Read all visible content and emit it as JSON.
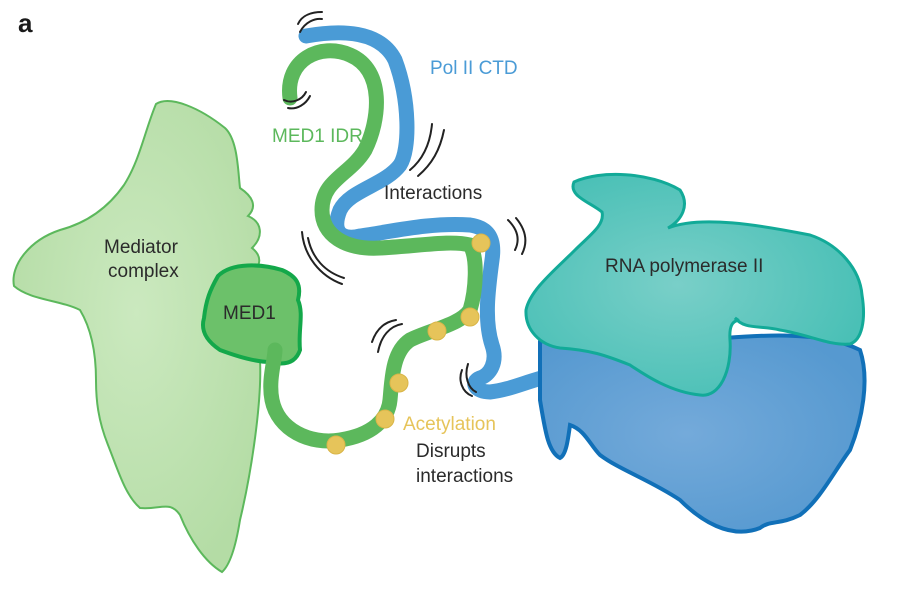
{
  "panel_label": "a",
  "labels": {
    "mediator_complex": [
      "Mediator",
      "complex"
    ],
    "med1": "MED1",
    "med1_idr": "MED1 IDR",
    "pol2_ctd": "Pol II CTD",
    "interactions": "Interactions",
    "rna_polymerase": "RNA polymerase II",
    "acetylation": "Acetylation",
    "disrupts": [
      "Disrupts",
      "interactions"
    ]
  },
  "colors": {
    "mediator_fill": "#c5e5b8",
    "mediator_edge": "#5cb85c",
    "med1_fill": "#6cc16a",
    "med1_edge": "#14a84a",
    "idr": "#5cb85c",
    "ctd": "#4a9bd6",
    "acetyl": "#e6c45a",
    "polii_top": "#4fc3ba",
    "polii_top_edge": "#12aa98",
    "polii_bottom": "#62a3d8",
    "polii_bottom_edge": "#1170b8"
  },
  "acetylation_sites": 6
}
